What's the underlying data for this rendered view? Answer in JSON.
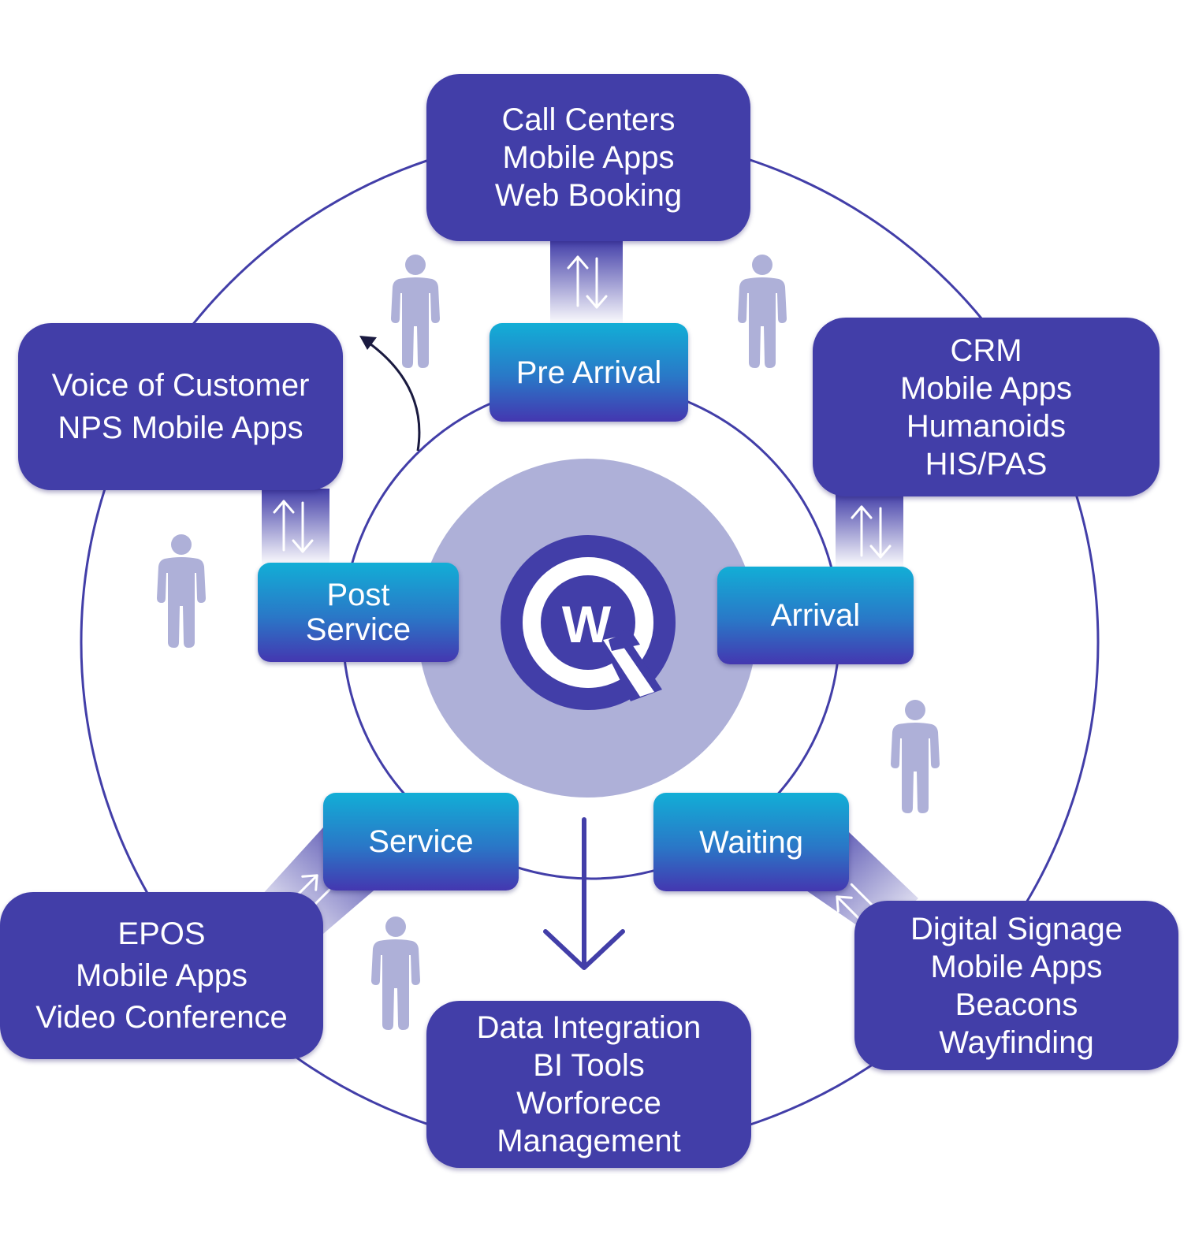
{
  "colors": {
    "box": "#423ea8",
    "ring": "#423ea8",
    "hub": "#aeb0d8",
    "person": "#aeb0d8",
    "stage_top": "#12aed6",
    "stage_bottom": "#4437b0",
    "curved_arrow": "#1a1a40"
  },
  "center_logo": {
    "letter": "W"
  },
  "stages": {
    "pre_arrival": {
      "lines": [
        "Pre Arrival"
      ]
    },
    "arrival": {
      "lines": [
        "Arrival"
      ]
    },
    "waiting": {
      "lines": [
        "Waiting"
      ]
    },
    "service": {
      "lines": [
        "Service"
      ]
    },
    "post_service": {
      "lines": [
        "Post",
        "Service"
      ]
    }
  },
  "boxes": {
    "pre_arrival": {
      "lines": [
        "Call Centers",
        "Mobile Apps",
        "Web Booking"
      ]
    },
    "arrival": {
      "lines": [
        "CRM",
        "Mobile Apps",
        "Humanoids",
        "HIS/PAS"
      ]
    },
    "waiting": {
      "lines": [
        "Digital Signage",
        "Mobile Apps",
        "Beacons",
        "Wayfinding"
      ]
    },
    "service": {
      "lines": [
        "EPOS",
        "Mobile Apps",
        "Video Conference"
      ]
    },
    "post_service": {
      "lines": [
        "Voice of Customer",
        "NPS Mobile Apps"
      ]
    },
    "data": {
      "lines": [
        "Data Integration",
        "BI Tools",
        "Worforece",
        "Management"
      ]
    }
  },
  "icons": {
    "person": "person-icon",
    "exchange": "bidirectional-arrows-icon",
    "down_arrow": "arrow-down-icon",
    "curved_arrow": "curved-arrow-icon"
  }
}
